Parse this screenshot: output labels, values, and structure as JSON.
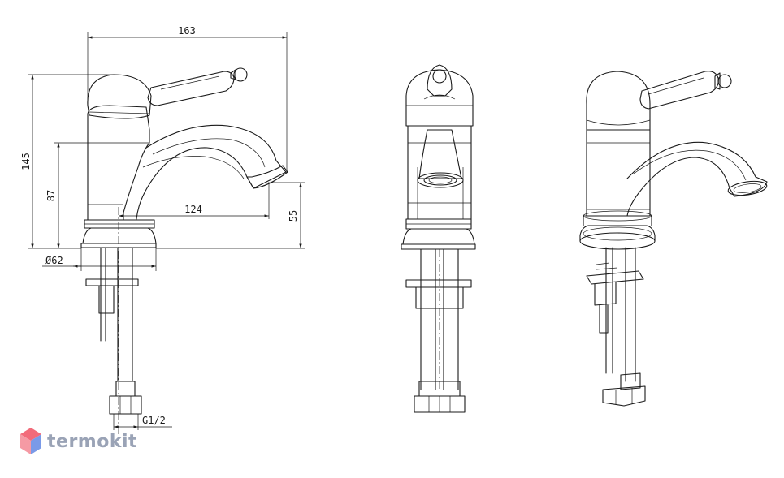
{
  "dimensions": {
    "width_total": "163",
    "height_total": "145",
    "height_spout": "87",
    "reach": "124",
    "spout_clearance": "55",
    "base_diameter": "Ø62",
    "thread": "G1/2"
  },
  "brand": {
    "name": "termokit",
    "colors": {
      "top": "#f26b7a",
      "bottom": "#7a9ae8",
      "text": "#9aa3b6"
    }
  }
}
